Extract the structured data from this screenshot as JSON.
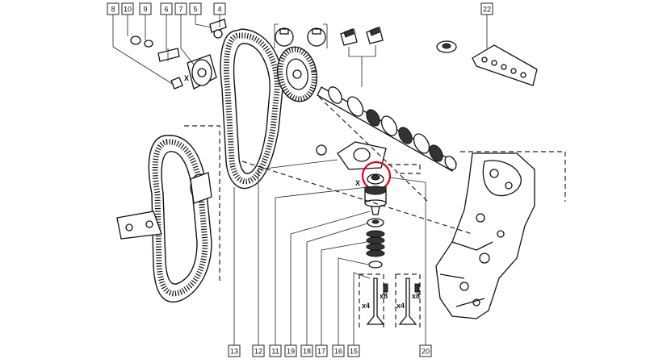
{
  "callouts": {
    "top": [
      "8",
      "10",
      "9",
      "6",
      "7",
      "5",
      "4",
      "22"
    ],
    "bottom": [
      "13",
      "12",
      "11",
      "19",
      "18",
      "17",
      "16",
      "15",
      "20"
    ]
  },
  "labels": {
    "x_marker": "X",
    "qty_x4": "x4",
    "qty_x8": "x8"
  },
  "colors": {
    "highlight": "#e0001a",
    "line": "#111111"
  }
}
